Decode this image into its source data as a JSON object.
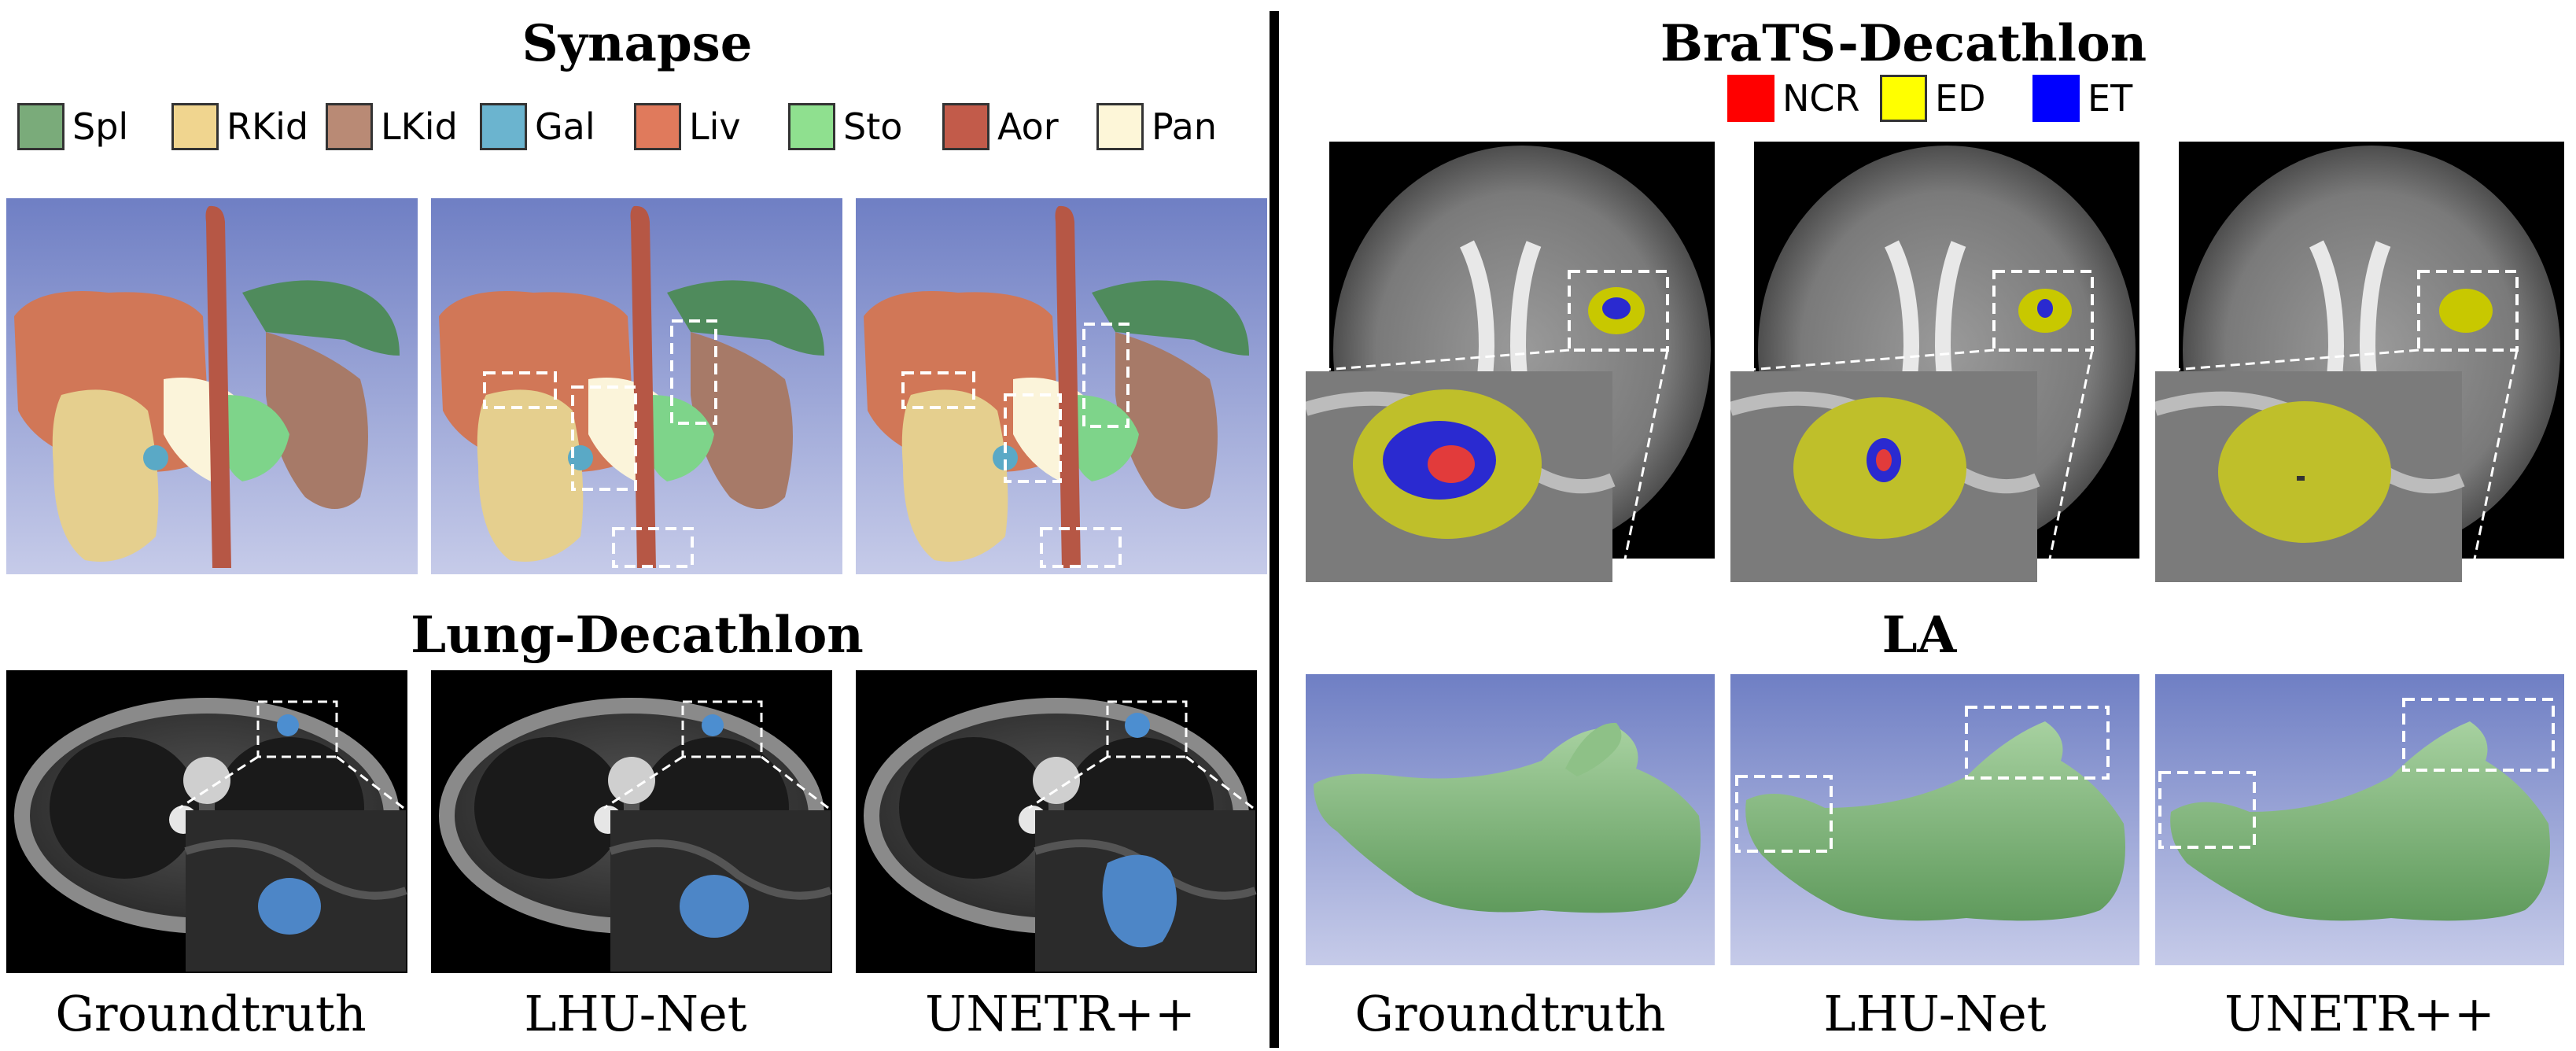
{
  "synapse": {
    "title": "Synapse",
    "legend": [
      {
        "label": "Spl",
        "color": "#7aab7a"
      },
      {
        "label": "RKid",
        "color": "#f0d58f"
      },
      {
        "label": "LKid",
        "color": "#b98a75"
      },
      {
        "label": "Gal",
        "color": "#6bb4cf"
      },
      {
        "label": "Liv",
        "color": "#e07a5c"
      },
      {
        "label": "Sto",
        "color": "#8fe08f"
      },
      {
        "label": "Aor",
        "color": "#c25b4a"
      },
      {
        "label": "Pan",
        "color": "#fdf6d8"
      }
    ]
  },
  "brats": {
    "title": "BraTS-Decathlon",
    "legend": [
      {
        "label": "NCR",
        "color": "#ff0000"
      },
      {
        "label": "ED",
        "color": "#ffff00"
      },
      {
        "label": "ET",
        "color": "#0000ff"
      }
    ]
  },
  "lung": {
    "title": "Lung-Decathlon"
  },
  "la": {
    "title": "LA"
  },
  "captions_left": [
    "Groundtruth",
    "LHU-Net",
    "UNETR++"
  ],
  "captions_right": [
    "Groundtruth",
    "LHU-Net",
    "UNETR++"
  ]
}
